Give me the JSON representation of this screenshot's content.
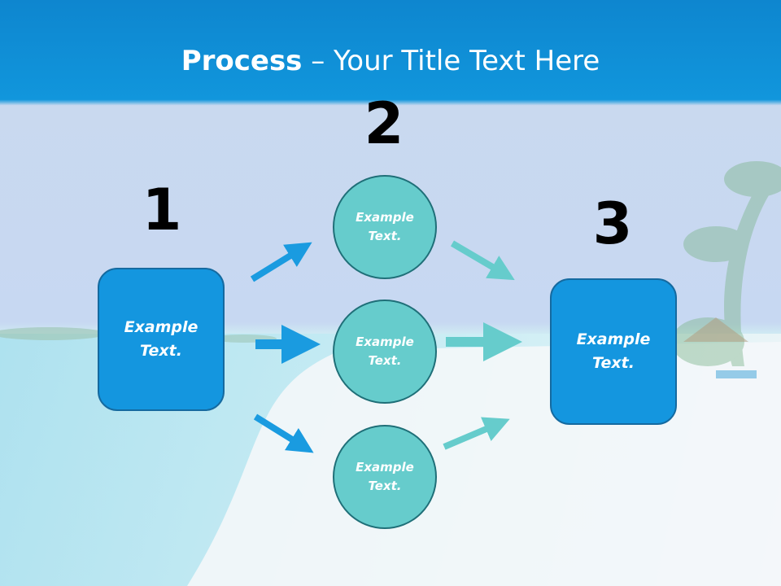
{
  "title": {
    "bold": "Process",
    "rest": " – Your Title Text Here"
  },
  "colors": {
    "header": "#1496df",
    "box": "#1496df",
    "circle": "#66cccc",
    "arrow_blue": "#1a9be0",
    "arrow_teal": "#66cccc"
  },
  "steps": [
    {
      "number": "1",
      "label": "Example\nText."
    },
    {
      "number": "2",
      "nodes": [
        {
          "label": "Example\nText."
        },
        {
          "label": "Example\nText."
        },
        {
          "label": "Example\nText."
        }
      ]
    },
    {
      "number": "3",
      "label": "Example\nText."
    }
  ]
}
